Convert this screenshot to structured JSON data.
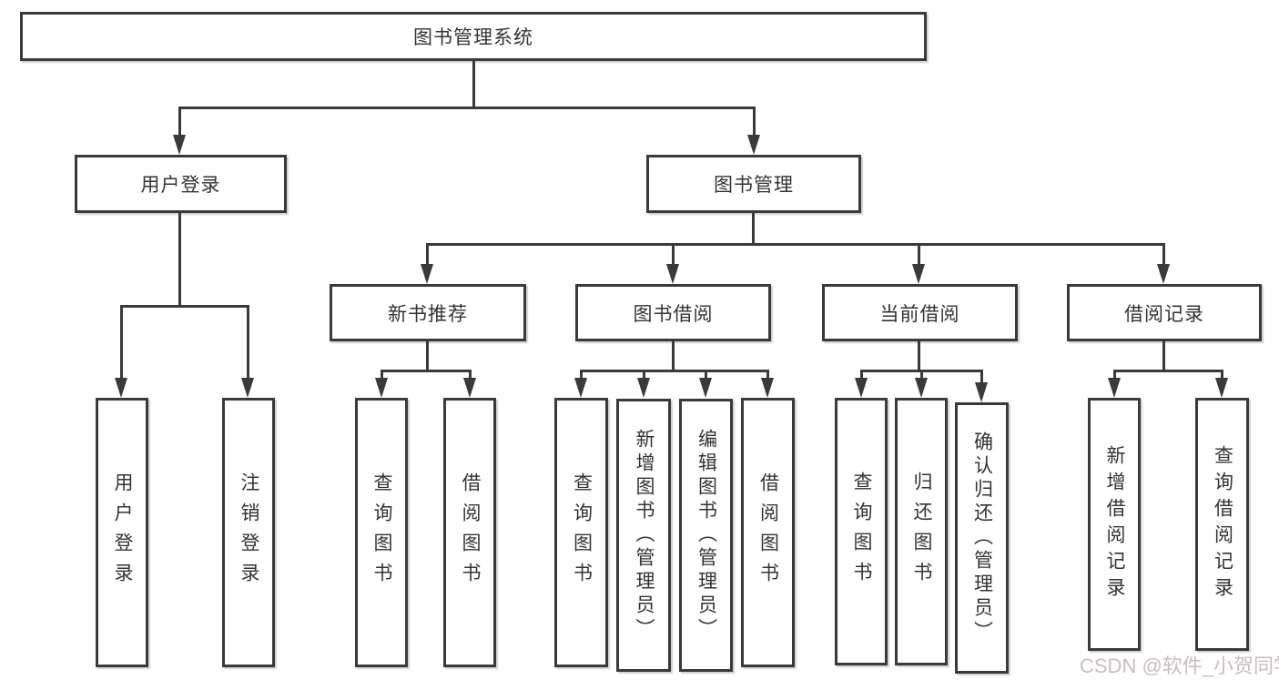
{
  "nodes": {
    "root": "图书管理系统",
    "user_login": "用户登录",
    "book_mgmt": "图书管理",
    "new_book_rec": "新书推荐",
    "book_borrow": "图书借阅",
    "current_borrow": "当前借阅",
    "borrow_record": "借阅记录",
    "login": "用户登录",
    "logout": "注销登录",
    "rec_query_book": "查询图书",
    "rec_borrow_book": "借阅图书",
    "bb_query_book": "查询图书",
    "bb_add_book": "新增图书（管理员）",
    "bb_edit_book": "编辑图书（管理员）",
    "bb_borrow_book": "借阅图书",
    "cb_query_book": "查询图书",
    "cb_return_book": "归还图书",
    "cb_confirm_return": "确认归还（管理员）",
    "br_add_record": "新增借阅记录",
    "br_query_record": "查询借阅记录"
  },
  "watermark": "CSDN @软件_小贺同学",
  "colors": {
    "background": "#ffffff",
    "line": "#3a3a3a",
    "text": "#333333",
    "watermark": "#c9bdbd"
  }
}
